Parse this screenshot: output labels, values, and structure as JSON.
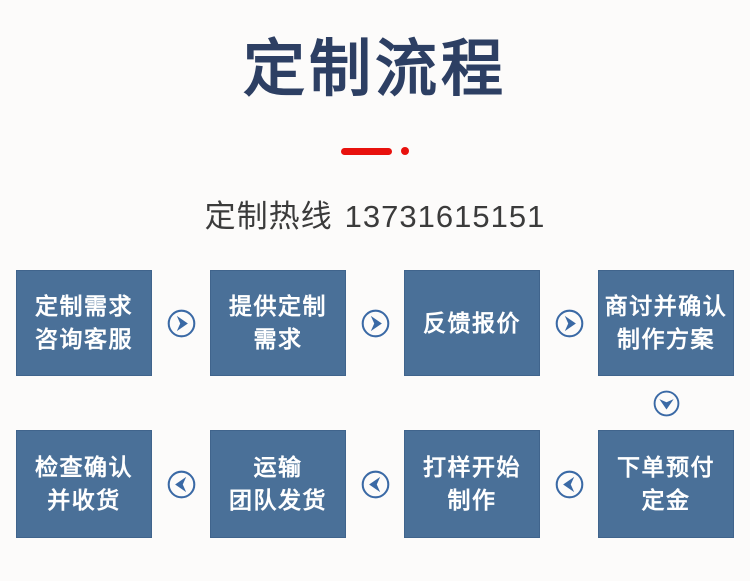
{
  "header": {
    "title": "定制流程",
    "hotline_label": "定制热线",
    "hotline_number": "13731615151"
  },
  "colors": {
    "title_navy": "#2d3f63",
    "accent_red": "#e8110d",
    "box_fill": "#4a7098",
    "arrow_blue": "#3a69a5",
    "box_text": "#ffffff",
    "hotline_text": "#3b3b3b",
    "background": "#fcfbfa"
  },
  "icons": {
    "divider": "red-bar-and-dot",
    "flow_arrow": "chevron-in-circle"
  },
  "flow": {
    "rows": [
      {
        "direction": "right",
        "steps": [
          {
            "lines": [
              "定制需求",
              "咨询客服"
            ]
          },
          {
            "lines": [
              "提供定制",
              "需求"
            ]
          },
          {
            "lines": [
              "反馈报价"
            ]
          },
          {
            "lines": [
              "商讨并确认",
              "制作方案"
            ]
          }
        ]
      },
      {
        "direction": "left",
        "steps": [
          {
            "lines": [
              "检查确认",
              "并收货"
            ]
          },
          {
            "lines": [
              "运输",
              "团队发货"
            ]
          },
          {
            "lines": [
              "打样开始",
              "制作"
            ]
          },
          {
            "lines": [
              "下单预付",
              "定金"
            ]
          }
        ]
      }
    ],
    "connector": "down"
  }
}
